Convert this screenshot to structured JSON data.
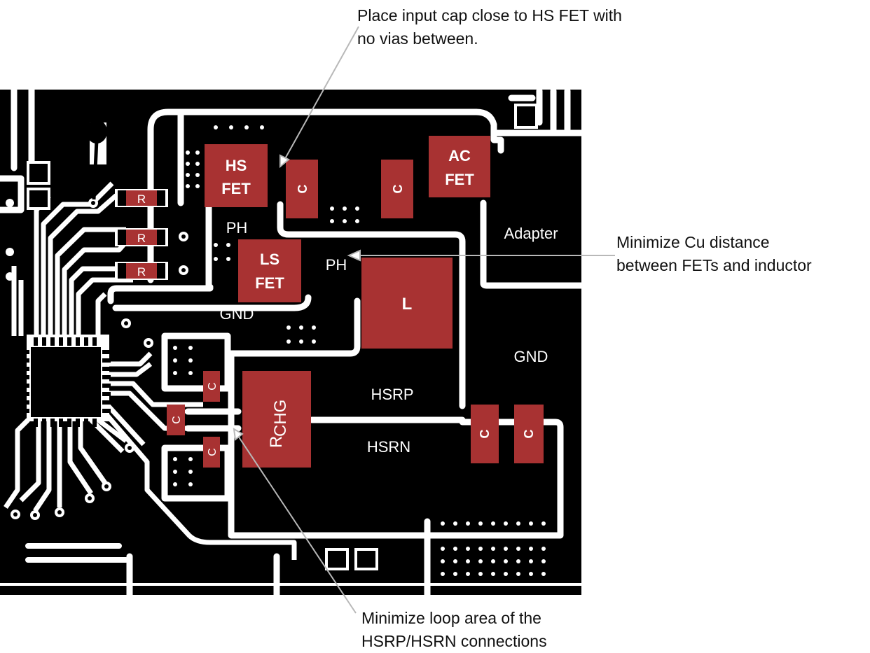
{
  "colors": {
    "copper": "#000000",
    "gap": "#ffffff",
    "component": "#a83232",
    "component_text": "#ffffff",
    "leader": "#b8b8b8"
  },
  "annotations": {
    "input_cap_line1": "Place input cap close to HS FET with",
    "input_cap_line2": "no vias between.",
    "cu_distance_line1": "Minimize Cu distance",
    "cu_distance_line2": "between FETs and inductor",
    "loop_area_line1": "Minimize loop area of the",
    "loop_area_line2": "HSRP/HSRN connections"
  },
  "components": {
    "hs_fet_line1": "HS",
    "hs_fet_line2": "FET",
    "ls_fet_line1": "LS",
    "ls_fet_line2": "FET",
    "ac_fet_line1": "AC",
    "ac_fet_line2": "FET",
    "inductor": "L",
    "capacitor": "C",
    "resistor": "R",
    "sense_resistor_main": "R",
    "sense_resistor_sub": "CHG"
  },
  "nets": {
    "ph_upper": "PH",
    "ph_lower": "PH",
    "gnd_left": "GND",
    "gnd_right": "GND",
    "adapter": "Adapter",
    "hsrp": "HSRP",
    "hsrn": "HSRN"
  }
}
